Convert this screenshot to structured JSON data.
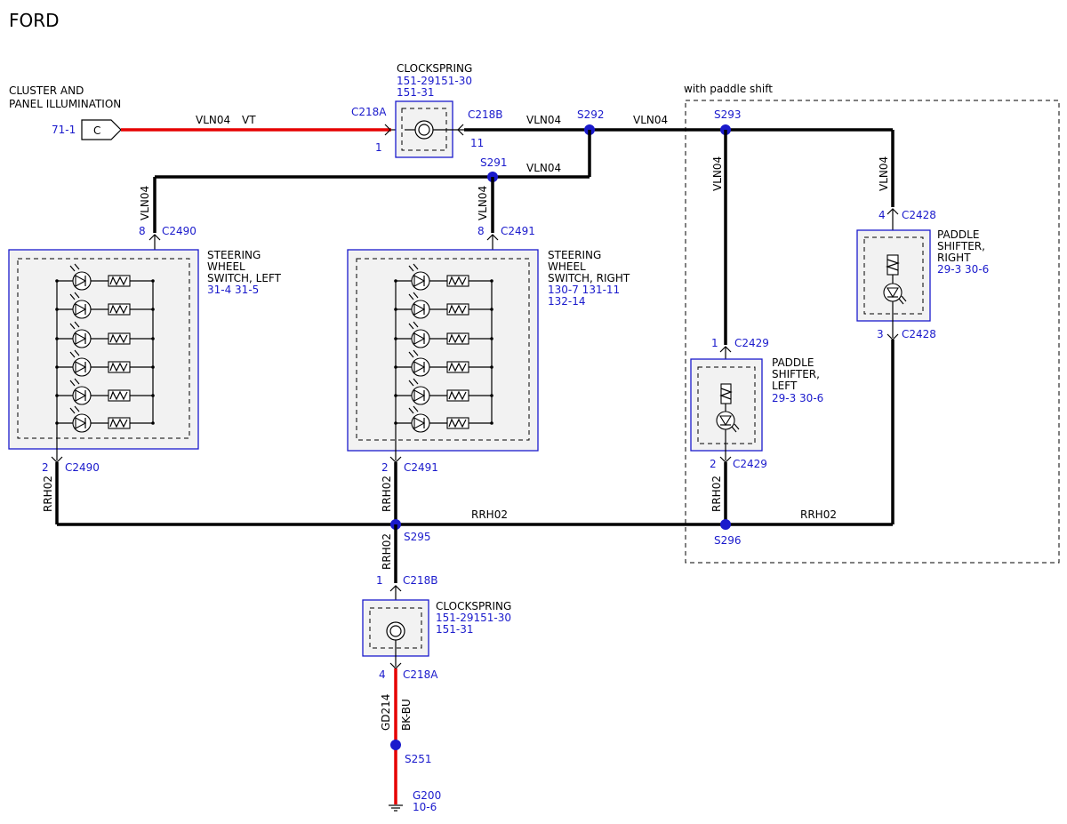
{
  "brand": "FORD",
  "cluster": {
    "label_line1": "CLUSTER AND",
    "label_line2": "PANEL ILLUMINATION",
    "ref": "71-1",
    "connector": "C"
  },
  "clockspring_top": {
    "title": "CLOCKSPRING",
    "ref1": "151-29151-30",
    "ref2": "151-31",
    "left_conn": "C218A",
    "left_pin": "1",
    "right_conn": "C218B",
    "right_pin": "11"
  },
  "clockspring_bottom": {
    "title": "CLOCKSPRING",
    "ref1": "151-29151-30",
    "ref2": "151-31",
    "top_conn": "C218B",
    "top_pin": "1",
    "bottom_conn": "C218A",
    "bottom_pin": "4"
  },
  "wires": {
    "vln04": "VLN04",
    "vt": "VT",
    "rrh02": "RRH02",
    "gd214": "GD214",
    "bkbu": "BK-BU"
  },
  "splices": {
    "s291": "S291",
    "s292": "S292",
    "s293": "S293",
    "s295": "S295",
    "s296": "S296",
    "s251": "S251"
  },
  "paddle_area_label": "with paddle shift",
  "sw_left": {
    "line1": "STEERING",
    "line2": "WHEEL",
    "line3": "SWITCH, LEFT",
    "refs": "31-4  31-5",
    "top_conn": "C2490",
    "top_pin": "8",
    "bottom_conn": "C2490",
    "bottom_pin": "2"
  },
  "sw_right": {
    "line1": "STEERING",
    "line2": "WHEEL",
    "line3": "SWITCH, RIGHT",
    "refs1": "130-7  131-11",
    "refs2": "132-14",
    "top_conn": "C2491",
    "top_pin": "8",
    "bottom_conn": "C2491",
    "bottom_pin": "2"
  },
  "paddle_left": {
    "line1": "PADDLE",
    "line2": "SHIFTER,",
    "line3": "LEFT",
    "refs": "29-3  30-6",
    "top_conn": "C2429",
    "top_pin": "1",
    "bottom_conn": "C2429",
    "bottom_pin": "2"
  },
  "paddle_right": {
    "line1": "PADDLE",
    "line2": "SHIFTER,",
    "line3": "RIGHT",
    "refs": "29-3  30-6",
    "top_conn": "C2428",
    "top_pin": "4",
    "bottom_conn": "C2428",
    "bottom_pin": "3"
  },
  "ground": {
    "name": "G200",
    "ref": "10-6"
  }
}
